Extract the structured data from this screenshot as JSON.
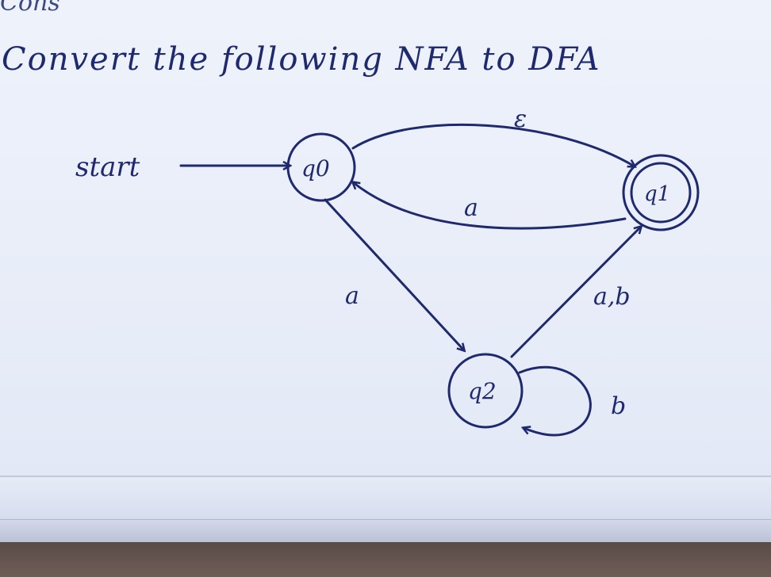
{
  "heading_top": "Cons",
  "title": "Convert the following NFA to DFA",
  "start_label": "start",
  "states": {
    "q0": "q0",
    "q1": "q1",
    "q2": "q2"
  },
  "transitions": {
    "q0_q1": "ε",
    "q1_q0": "a",
    "q0_q2": "a",
    "q2_q1": "a,b",
    "q2_q2": "b"
  },
  "ink_color": "#1f2a6e"
}
